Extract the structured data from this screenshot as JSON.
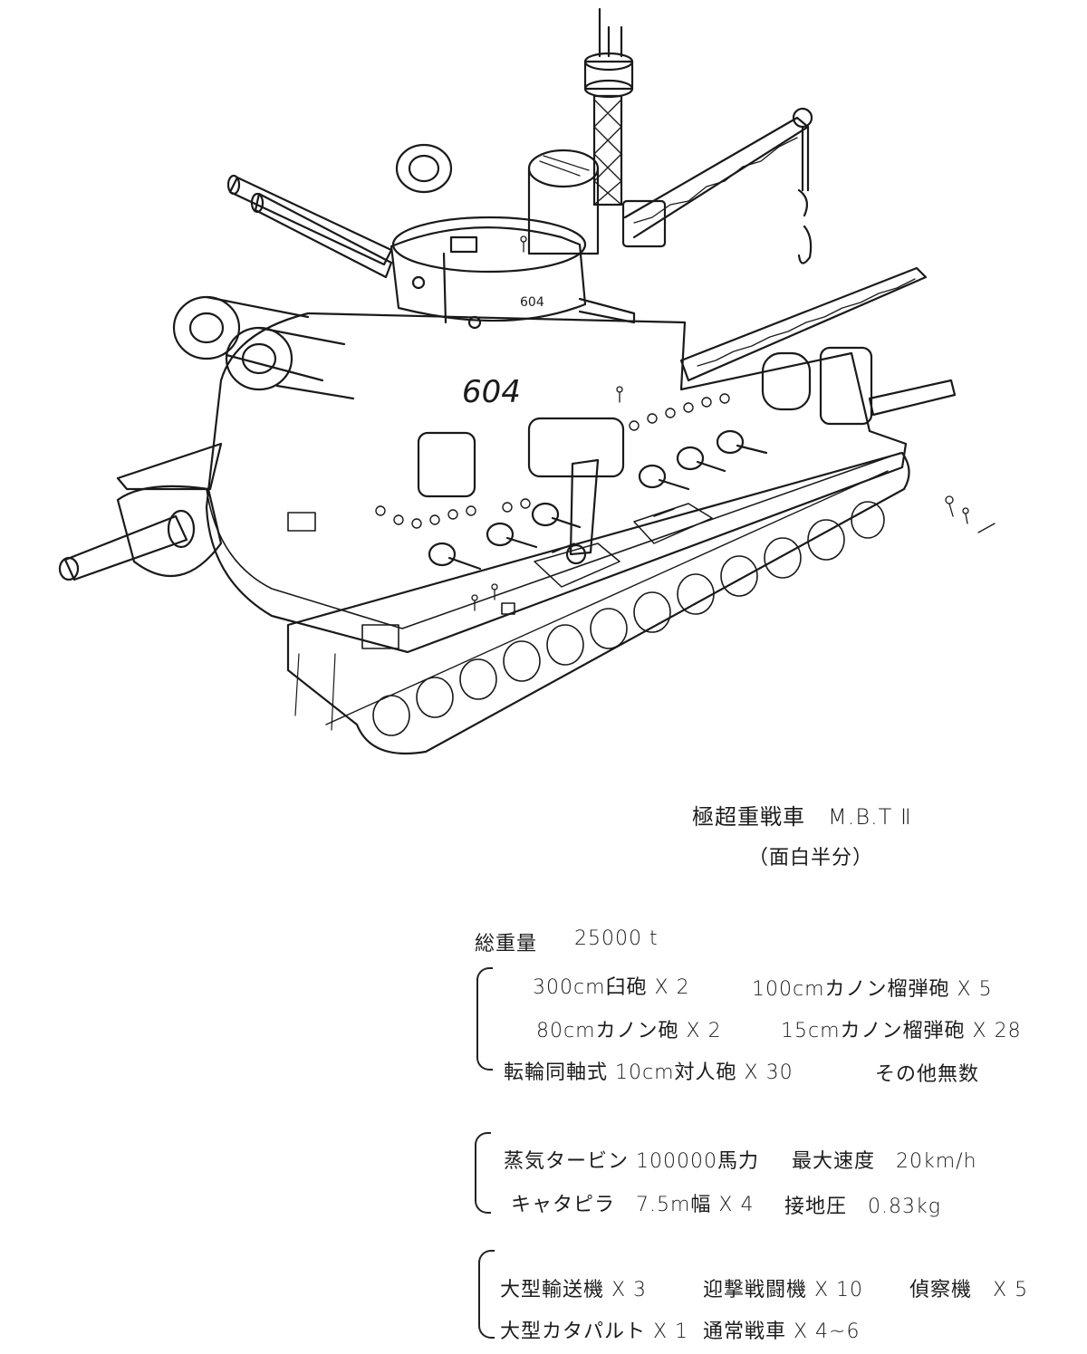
{
  "title": "極超重戦車　M.B.T Ⅱ",
  "subtitle": "（面白半分）",
  "hull_number": "604",
  "turret_number": "604",
  "weight": {
    "label": "総重量",
    "value": "25000 t"
  },
  "armament": [
    [
      "300cm臼砲 X 2",
      "100cmカノン榴弾砲 X 5"
    ],
    [
      "80cmカノン砲 X 2",
      "15cmカノン榴弾砲 X 28"
    ],
    [
      "転輪同軸式 10cm対人砲 X 30",
      "その他無数"
    ]
  ],
  "mobility": [
    [
      "蒸気タービン 100000馬力",
      "最大速度　20km/h"
    ],
    [
      "キャタピラ　7.5m幅 X 4",
      "接地圧　0.83kg"
    ]
  ],
  "aircraft": [
    [
      "大型輸送機 X 3",
      "迎撃戦闘機 X 10",
      "偵察機　X 5"
    ],
    [
      "大型カタパルト X 1",
      "通常戦車 X 4~6"
    ]
  ]
}
